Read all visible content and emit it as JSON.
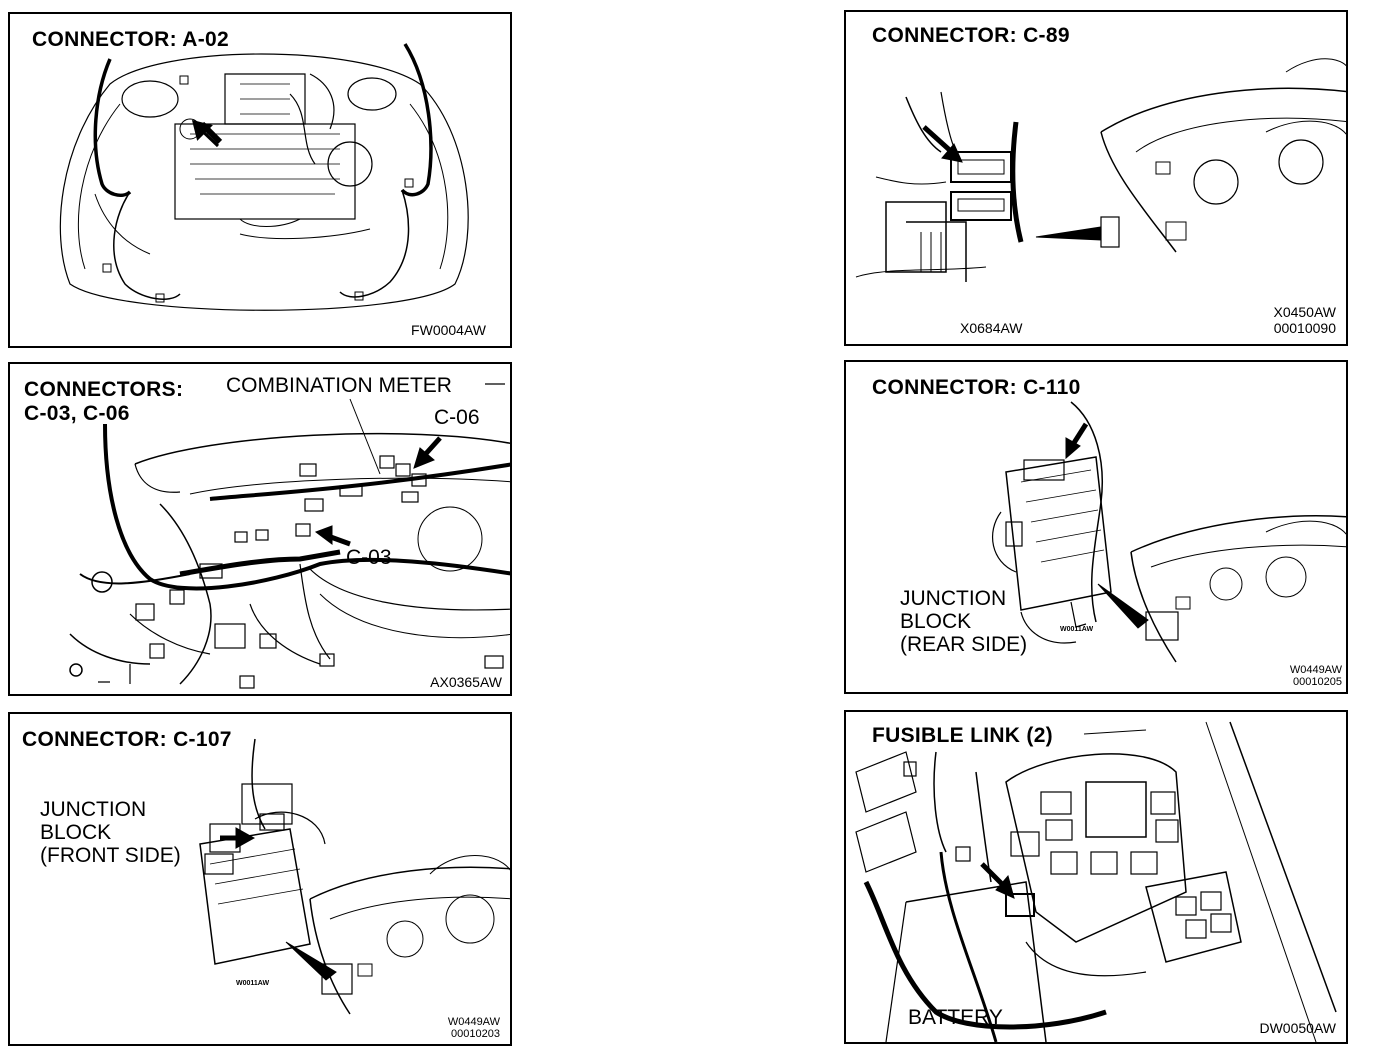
{
  "panels": {
    "a02": {
      "title": "CONNECTOR:  A-02",
      "code": "FW0004AW"
    },
    "c89": {
      "title": "CONNECTOR:  C-89",
      "code_left": "X0684AW",
      "code_right": "X0450AW\n00010090"
    },
    "c03c06": {
      "title": "CONNECTORS:\nC-03,  C-06",
      "label_meter": "COMBINATION METER",
      "label_c06": "C-06",
      "label_c03": "C-03",
      "code": "AX0365AW"
    },
    "c110": {
      "title": "CONNECTOR:  C-110",
      "label_block": "JUNCTION\nBLOCK\n(REAR SIDE)",
      "tiny_code": "W0011AW",
      "code": "W0449AW\n00010205"
    },
    "c107": {
      "title": "CONNECTOR:  C-107",
      "label_block": "JUNCTION\nBLOCK\n(FRONT SIDE)",
      "tiny_code": "W0011AW",
      "code": "W0449AW\n00010203"
    },
    "fusible": {
      "title": "FUSIBLE  LINK  (2)",
      "label_battery": "BATTERY",
      "code": "DW0050AW"
    }
  }
}
